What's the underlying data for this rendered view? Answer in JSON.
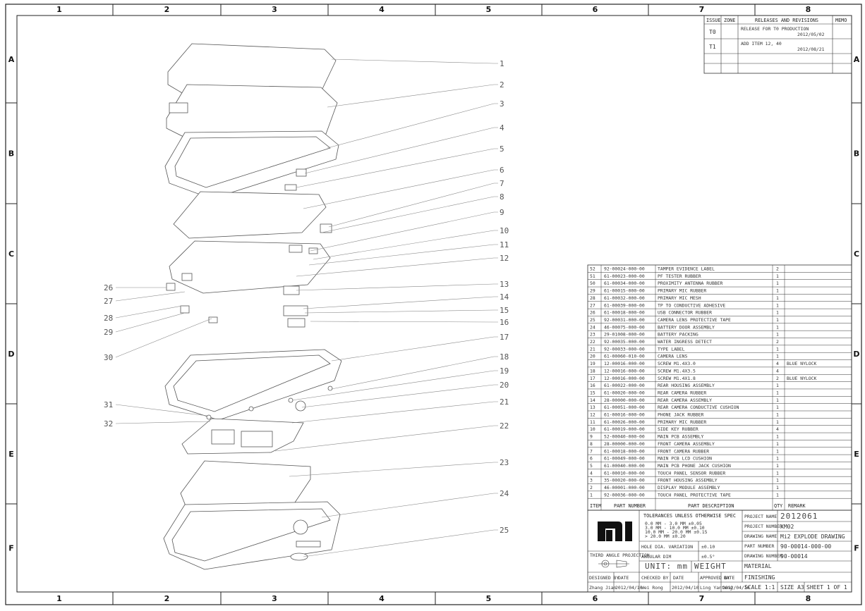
{
  "zones": {
    "top_cols": [
      "1",
      "2",
      "3",
      "4",
      "5",
      "6",
      "7",
      "8"
    ],
    "rows": [
      "A",
      "B",
      "C",
      "D",
      "E",
      "F"
    ]
  },
  "revisions": {
    "headers": [
      "ISSUE",
      "ZONE",
      "RELEASES AND REVISIONS",
      "MEMO"
    ],
    "rows": [
      {
        "issue": "T0",
        "zone": "",
        "desc": "RELEASE FOR T0 PRODUCTION",
        "date": "2012/05/02",
        "memo": ""
      },
      {
        "issue": "T1",
        "zone": "",
        "desc": "ADD ITEM 12, 40",
        "date": "2012/08/21",
        "memo": ""
      },
      {
        "issue": "",
        "zone": "",
        "desc": "",
        "date": "",
        "memo": ""
      }
    ]
  },
  "callouts": {
    "right": [
      "1",
      "2",
      "3",
      "4",
      "5",
      "6",
      "7",
      "8",
      "9",
      "10",
      "11",
      "12",
      "13",
      "14",
      "15",
      "16",
      "17",
      "18",
      "19",
      "20",
      "21",
      "22",
      "23",
      "24",
      "25"
    ],
    "left": [
      "26",
      "27",
      "28",
      "29",
      "30",
      "31",
      "32"
    ]
  },
  "bom": {
    "rows": [
      {
        "item": "52",
        "pn": "92-00024-000-00",
        "desc": "TAMPER EVIDENCE LABEL",
        "qty": "2",
        "remark": ""
      },
      {
        "item": "51",
        "pn": "61-00023-000-00",
        "desc": "PF TESTER RUBBER",
        "qty": "1",
        "remark": ""
      },
      {
        "item": "50",
        "pn": "61-00034-000-00",
        "desc": "PROXIMITY ANTENNA RUBBER",
        "qty": "1",
        "remark": ""
      },
      {
        "item": "29",
        "pn": "61-00015-000-00",
        "desc": "PRIMARY MIC RUBBER",
        "qty": "1",
        "remark": ""
      },
      {
        "item": "28",
        "pn": "61-00032-000-00",
        "desc": "PRIMARY MIC MESH",
        "qty": "1",
        "remark": ""
      },
      {
        "item": "27",
        "pn": "61-00039-000-00",
        "desc": "TP TO CONDUCTIVE ADHESIVE",
        "qty": "1",
        "remark": ""
      },
      {
        "item": "26",
        "pn": "61-00018-000-00",
        "desc": "USB CONNECTOR RUBBER",
        "qty": "1",
        "remark": ""
      },
      {
        "item": "25",
        "pn": "92-00031-000-00",
        "desc": "CAMERA LENS PROTECTIVE TAPE",
        "qty": "1",
        "remark": ""
      },
      {
        "item": "24",
        "pn": "46-00075-000-00",
        "desc": "BATTERY DOOR ASSEMBLY",
        "qty": "1",
        "remark": ""
      },
      {
        "item": "23",
        "pn": "29-01008-000-00",
        "desc": "BATTERY PACKING",
        "qty": "1",
        "remark": ""
      },
      {
        "item": "22",
        "pn": "92-00035-000-00",
        "desc": "WATER INGRESS DETECT",
        "qty": "2",
        "remark": ""
      },
      {
        "item": "21",
        "pn": "92-00033-000-00",
        "desc": "TYPE LABEL",
        "qty": "1",
        "remark": ""
      },
      {
        "item": "20",
        "pn": "61-00060-010-00",
        "desc": "CAMERA LENS",
        "qty": "1",
        "remark": ""
      },
      {
        "item": "19",
        "pn": "12-00016-000-00",
        "desc": "SCREW M1.4X3.0",
        "qty": "4",
        "remark": "BLUE NYLOCK"
      },
      {
        "item": "18",
        "pn": "12-00016-000-00",
        "desc": "SCREW M1.4X3.5",
        "qty": "4",
        "remark": ""
      },
      {
        "item": "17",
        "pn": "12-00016-000-00",
        "desc": "SCREW M1.4X1.8",
        "qty": "2",
        "remark": "BLUE NYLOCK"
      },
      {
        "item": "16",
        "pn": "61-00022-000-00",
        "desc": "REAR HOUSING ASSEMBLY",
        "qty": "1",
        "remark": ""
      },
      {
        "item": "15",
        "pn": "61-00020-000-00",
        "desc": "REAR CAMERA RUBBER",
        "qty": "1",
        "remark": ""
      },
      {
        "item": "14",
        "pn": "28-00000-000-00",
        "desc": "REAR CAMERA ASSEMBLY",
        "qty": "1",
        "remark": ""
      },
      {
        "item": "13",
        "pn": "61-00051-000-00",
        "desc": "REAR CAMERA CONDUCTIVE CUSHION",
        "qty": "1",
        "remark": ""
      },
      {
        "item": "12",
        "pn": "61-00016-000-00",
        "desc": "PHONE JACK RUBBER",
        "qty": "1",
        "remark": ""
      },
      {
        "item": "11",
        "pn": "61-00026-000-00",
        "desc": "PRIMARY MIC RUBBER",
        "qty": "1",
        "remark": ""
      },
      {
        "item": "10",
        "pn": "61-00019-000-00",
        "desc": "SIDE KEY RUBBER",
        "qty": "4",
        "remark": ""
      },
      {
        "item": "9",
        "pn": "52-00040-000-00",
        "desc": "MAIN PCB ASSEMBLY",
        "qty": "1",
        "remark": ""
      },
      {
        "item": "8",
        "pn": "28-00000-000-00",
        "desc": "FRONT CAMERA ASSEMBLY",
        "qty": "1",
        "remark": ""
      },
      {
        "item": "7",
        "pn": "61-00018-000-00",
        "desc": "FRONT CAMERA RUBBER",
        "qty": "1",
        "remark": ""
      },
      {
        "item": "6",
        "pn": "61-00049-000-00",
        "desc": "MAIN PCB LCD CUSHION",
        "qty": "1",
        "remark": ""
      },
      {
        "item": "5",
        "pn": "61-00040-000-00",
        "desc": "MAIN PCB PHONE JACK CUSHION",
        "qty": "1",
        "remark": ""
      },
      {
        "item": "4",
        "pn": "61-00010-000-00",
        "desc": "TOUCH PANEL SENSOR RUBBER",
        "qty": "1",
        "remark": ""
      },
      {
        "item": "3",
        "pn": "35-00020-000-00",
        "desc": "FRONT HOUSING ASSEMBLY",
        "qty": "1",
        "remark": ""
      },
      {
        "item": "2",
        "pn": "46-00001-000-00",
        "desc": "DISPLAY MODULE ASSEMBLY",
        "qty": "1",
        "remark": ""
      },
      {
        "item": "1",
        "pn": "92-00036-000-00",
        "desc": "TOUCH PANEL PROTECTIVE TAPE",
        "qty": "1",
        "remark": ""
      }
    ],
    "headers": {
      "item": "ITEM",
      "pn": "PART NUMBER",
      "desc": "PART DESCRIPTION",
      "qty": "QTY",
      "remark": "REMARK"
    }
  },
  "title_block": {
    "logo": "mi",
    "tolerance_title": "TOLERANCES UNLESS OTHERWISE SPEC",
    "tol_rows": [
      "0.0 MM - 3.0 MM  ±0.05",
      "3.0 MM - 10.0 MM  ±0.10",
      "10.0 MM - 20.0 MM  ±0.15",
      "> 20.0 MM  ±0.20"
    ],
    "hole_label": "HOLE DIA. VARIATION",
    "hole_val": "±0.10",
    "angular_label": "ANGULAR DIM",
    "angular_val": "±0.5°",
    "projection_label": "THIRD ANGLE PROJECTION",
    "unit_label": "UNIT: mm",
    "weight_label": "WEIGHT",
    "project_name_label": "PROJECT NAME",
    "project_name": "2012061",
    "project_number_label": "PROJECT NUMBER",
    "project_number": "XM02",
    "drawing_name_label": "DRAWING NAME",
    "drawing_name": "Mi2 EXPLODE DRAWING",
    "part_number_label": "PART NUMBER",
    "part_number": "90-00014-000-00",
    "drawing_number_label": "DRAWING NUMBER",
    "drawing_number": "90-00014",
    "material_label": "MATERIAL",
    "finishing_label": "FINISHING",
    "designed_label": "DESIGNED BY",
    "designed_by": "Zhang Jian",
    "designed_date": "2012/04/10",
    "date_label": "DATE",
    "checked_label": "CHECKED BY",
    "checked_by": "Wei Rong",
    "checked_date": "2012/04/10",
    "approved_label": "APPROVED BY",
    "approved_by": "Ling Yanfeng",
    "approved_date": "2012/04/10",
    "scale_label": "SCALE 1:1",
    "size_label": "SIZE A3",
    "sheet_label": "SHEET 1 OF 1"
  }
}
